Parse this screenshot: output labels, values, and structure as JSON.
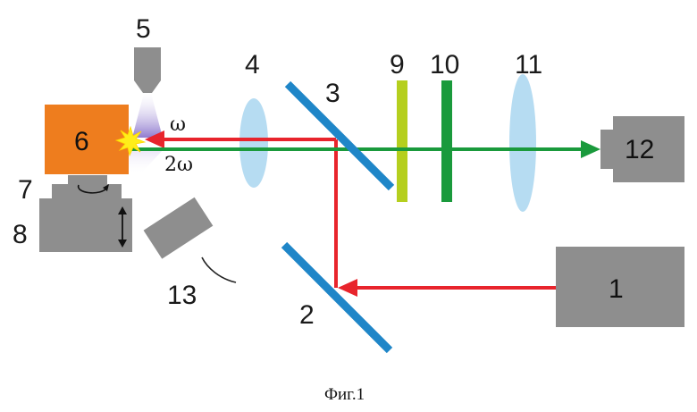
{
  "labels": {
    "n1": "1",
    "n2": "2",
    "n3": "3",
    "n4": "4",
    "n5": "5",
    "n6": "6",
    "n7": "7",
    "n8": "8",
    "n9": "9",
    "n10": "10",
    "n11": "11",
    "n12": "12",
    "n13": "13"
  },
  "beam_labels": {
    "fundamental": "ω",
    "second_harmonic": "2ω"
  },
  "caption": "Фиг.1",
  "colors": {
    "red_beam": "#e8242c",
    "green_beam": "#1a9a3c",
    "mirror_blue": "#1f86c8",
    "lens_blue": "#b6dcf2",
    "sample_orange": "#ee7d1e",
    "gray_device": "#8e8e8e",
    "filter_lime": "#b5cf1e",
    "filter_green": "#1a9a3c",
    "flash_yellow": "#ffee1a",
    "cone_violet": "#9a86d4"
  }
}
